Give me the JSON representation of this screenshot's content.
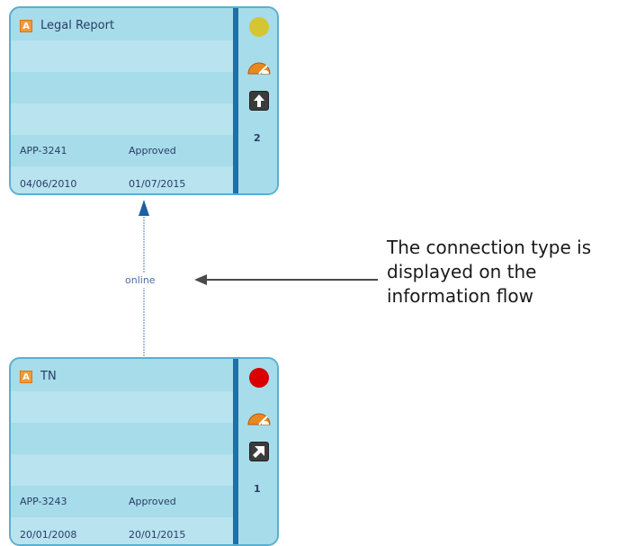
{
  "cards": [
    {
      "type_letter": "A",
      "title": "Legal Report",
      "id": "APP-3241",
      "status": "Approved",
      "start_date": "04/06/2010",
      "end_date": "01/07/2015",
      "count": "2",
      "status_color": "#d4c633",
      "status_color_name": "yellow",
      "arrow_icon": "arrow-up-icon"
    },
    {
      "type_letter": "A",
      "title": "TN",
      "id": "APP-3243",
      "status": "Approved",
      "start_date": "20/01/2008",
      "end_date": "20/01/2015",
      "count": "1",
      "status_color": "#d90000",
      "status_color_name": "red",
      "arrow_icon": "arrow-up-right-icon"
    }
  ],
  "connection": {
    "label": "online"
  },
  "callout": {
    "text": "The connection type is displayed on the information flow"
  },
  "colors": {
    "card_fill": "#a7dcea",
    "card_band": "#bde6f1",
    "card_border": "#5aafd0",
    "divider": "#1d6fae",
    "connector": "#4a86c8"
  }
}
